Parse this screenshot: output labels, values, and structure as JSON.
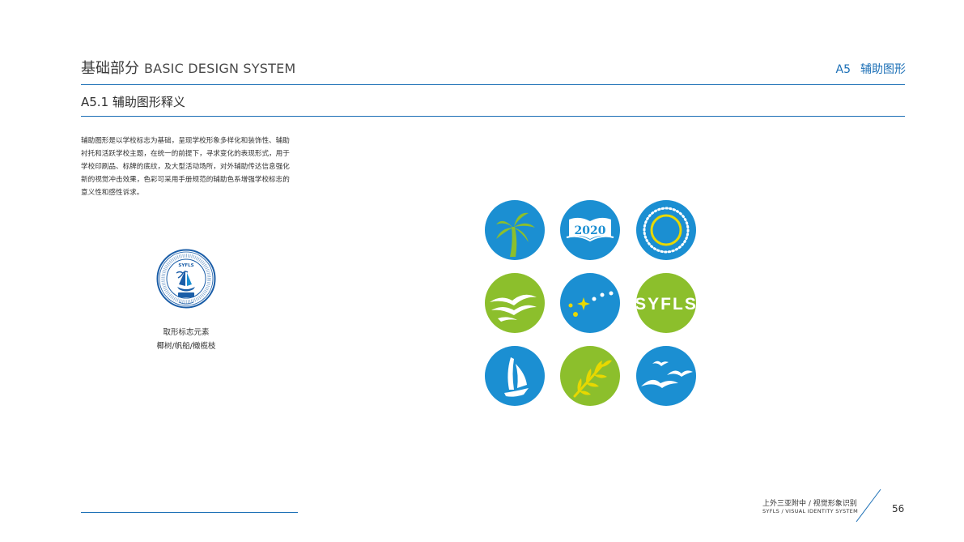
{
  "header": {
    "title_cn": "基础部分",
    "title_en": "BASIC DESIGN SYSTEM",
    "section_code": "A5",
    "section_name": "辅助图形"
  },
  "section": {
    "title": "A5.1 辅助图形释义"
  },
  "body": {
    "lines": [
      "辅助图形是以学校标志为基础，呈现学校形象多样化和装饰性、辅助",
      "衬托和活跃学校主题，在统一的前提下，寻求变化的表现形式，用于",
      "学校印刷品、标牌的底纹，及大型活动场所，对外辅助传达信息强化",
      "新的视觉冲击效果，色彩可采用手册规范的辅助色系增强学校标志的",
      "意义性和感性诉求。"
    ]
  },
  "logo": {
    "text": "SYFLS"
  },
  "caption": {
    "line1": "取形标志元素",
    "line2": "椰树/帆船/橄榄枝"
  },
  "icons": {
    "book_year": "2020",
    "syfls_text": "SYFLS"
  },
  "footer": {
    "cn": "上外三亚附中 / 视觉形象识别",
    "en": "SYFLS / VISUAL IDENTITY SYSTEM",
    "page": "56"
  },
  "colors": {
    "blue": "#1b8fd2",
    "green": "#8cbf2c",
    "yellow": "#e8d800",
    "accent": "#1b6fb6"
  }
}
